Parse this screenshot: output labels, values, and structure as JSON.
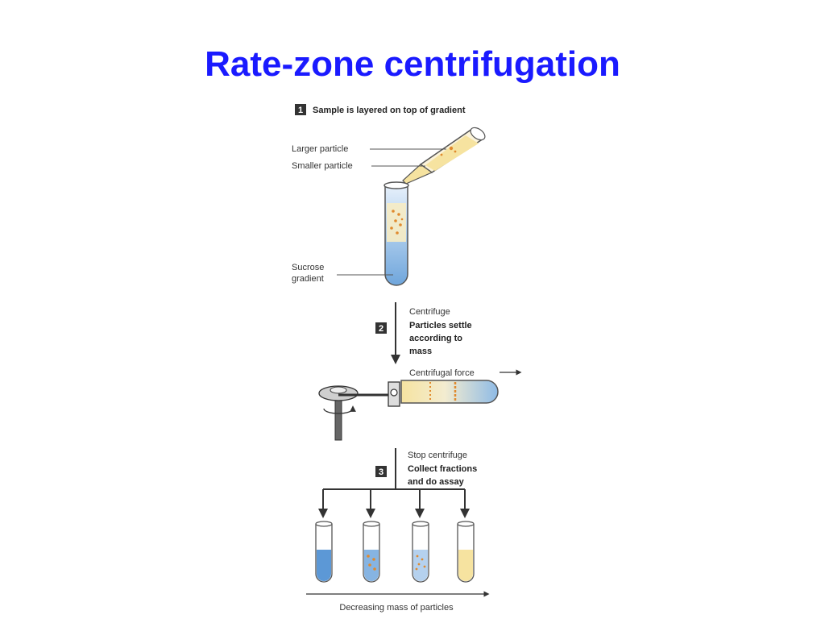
{
  "title": "Rate-zone centrifugation",
  "steps": [
    {
      "number": "1",
      "heading": "Sample is layered on top of gradient"
    },
    {
      "number": "2",
      "line1": "Centrifuge",
      "line2": "Particles settle",
      "line3": "according to",
      "line4": "mass"
    },
    {
      "number": "3",
      "line1": "Stop centrifuge",
      "line2": "Collect fractions",
      "line3": "and do assay"
    }
  ],
  "labels": {
    "larger_particle": "Larger particle",
    "smaller_particle": "Smaller particle",
    "sucrose_line1": "Sucrose",
    "sucrose_line2": "gradient",
    "centrifugal_force": "Centrifugal force",
    "decreasing_mass": "Decreasing mass of particles"
  },
  "colors": {
    "title": "#1a1aff",
    "gradient_blue": "#7aaee0",
    "sample_yellow": "#f6e3a0",
    "particle_orange": "#e08a2e",
    "step_badge": "#333333"
  }
}
